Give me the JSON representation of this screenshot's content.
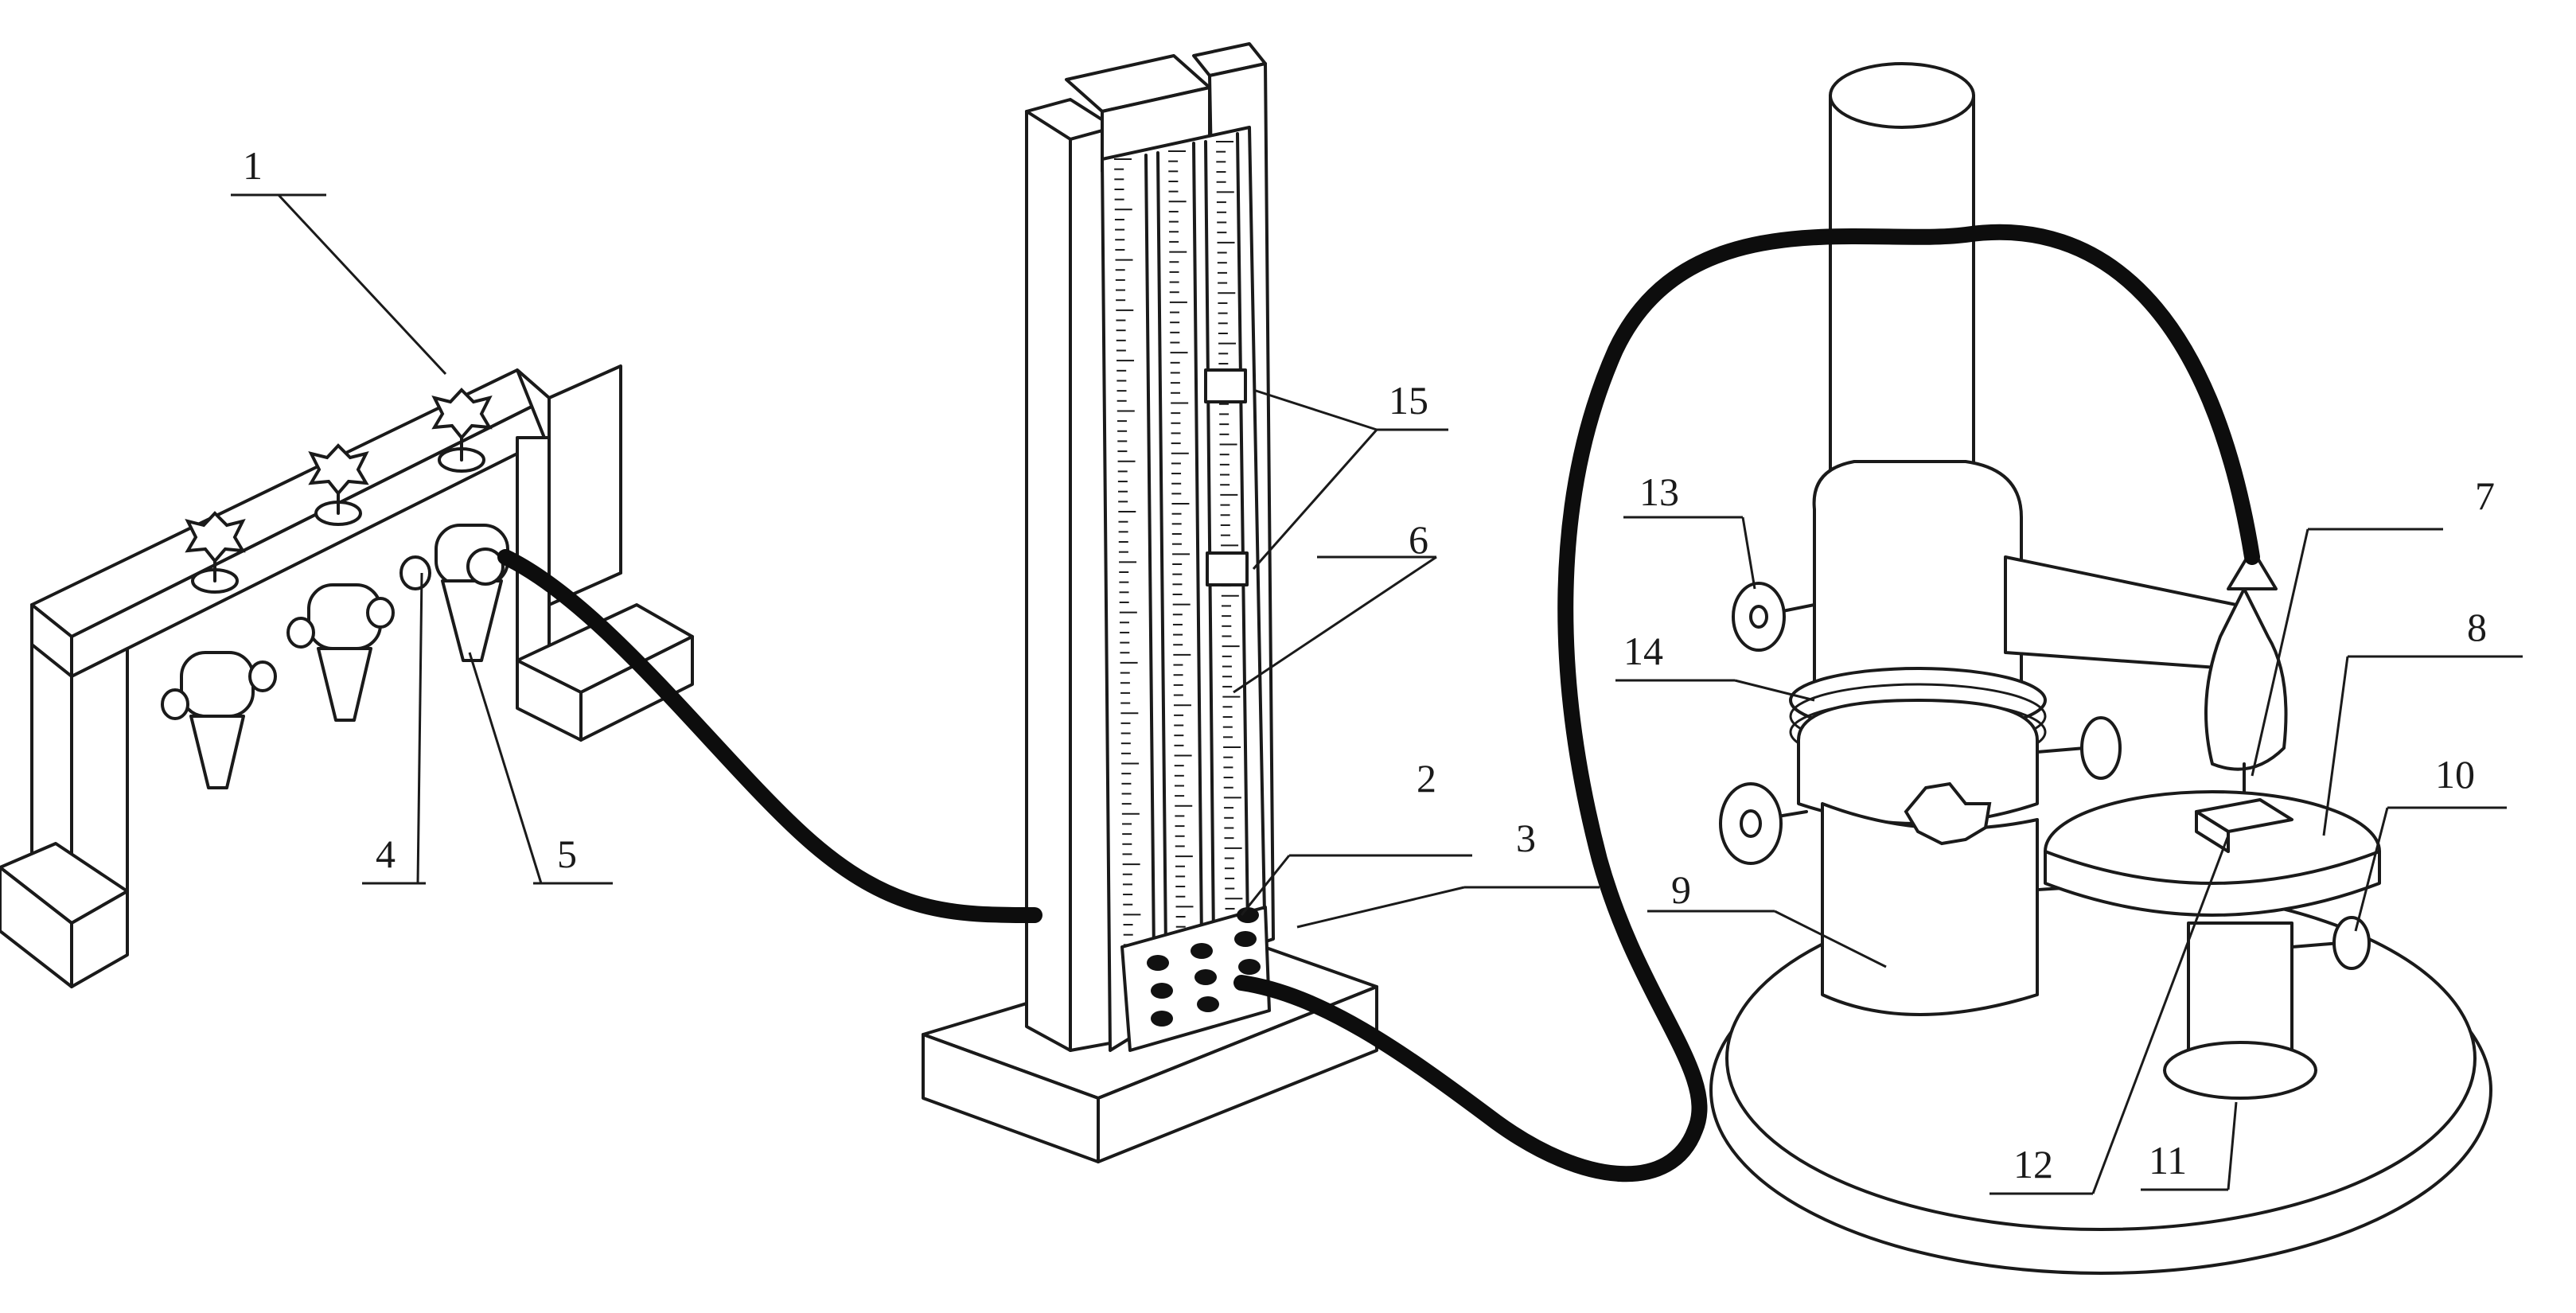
{
  "callouts": [
    {
      "id": "1",
      "text": "1"
    },
    {
      "id": "2",
      "text": "2"
    },
    {
      "id": "3",
      "text": "3"
    },
    {
      "id": "4",
      "text": "4"
    },
    {
      "id": "5",
      "text": "5"
    },
    {
      "id": "6",
      "text": "6"
    },
    {
      "id": "7",
      "text": "7"
    },
    {
      "id": "8",
      "text": "8"
    },
    {
      "id": "9",
      "text": "9"
    },
    {
      "id": "10",
      "text": "10"
    },
    {
      "id": "11",
      "text": "11"
    },
    {
      "id": "12",
      "text": "12"
    },
    {
      "id": "13",
      "text": "13"
    },
    {
      "id": "14",
      "text": "14"
    },
    {
      "id": "15",
      "text": "15"
    }
  ],
  "colors": {
    "line": "#1a1a1a",
    "hose": "#0d0d0d",
    "paper": "#ffffff"
  }
}
